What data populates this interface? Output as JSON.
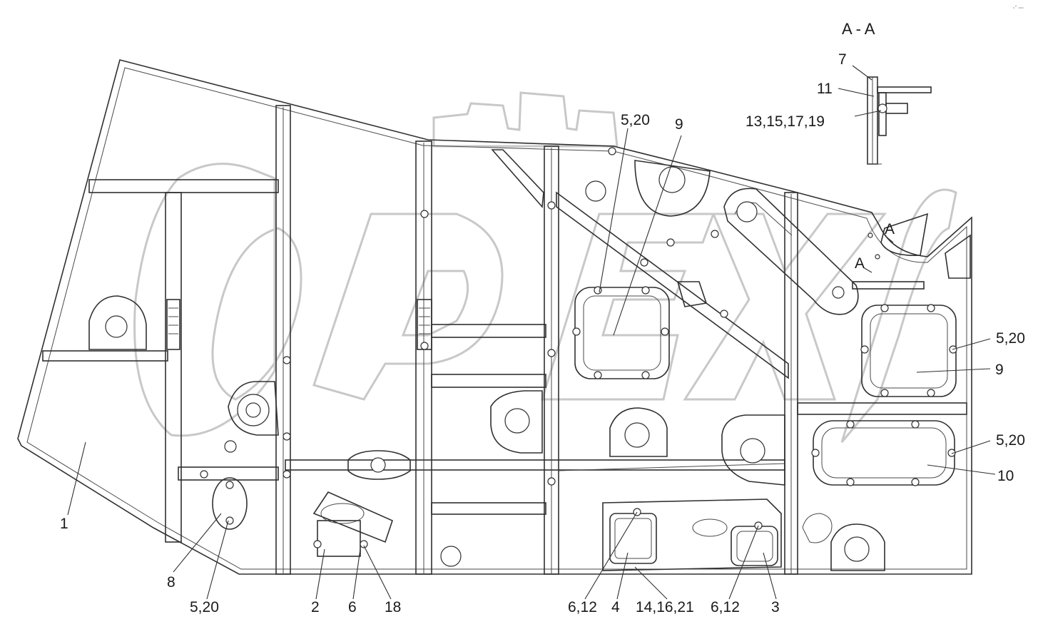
{
  "section": {
    "title": "A - A",
    "mark_left": "A",
    "mark_right": "A"
  },
  "callouts": [
    {
      "label": "7"
    },
    {
      "label": "11"
    },
    {
      "label": "13,15,17,19"
    },
    {
      "label": "5,20"
    },
    {
      "label": "9"
    },
    {
      "label": "5,20"
    },
    {
      "label": "9"
    },
    {
      "label": "5,20"
    },
    {
      "label": "10"
    },
    {
      "label": "1"
    },
    {
      "label": "8"
    },
    {
      "label": "5,20"
    },
    {
      "label": "2"
    },
    {
      "label": "6"
    },
    {
      "label": "18"
    },
    {
      "label": "6,12"
    },
    {
      "label": "4"
    },
    {
      "label": "14,16,21"
    },
    {
      "label": "6,12"
    },
    {
      "label": "3"
    }
  ],
  "corner_mark": "ₒ° ₒₒₒ"
}
